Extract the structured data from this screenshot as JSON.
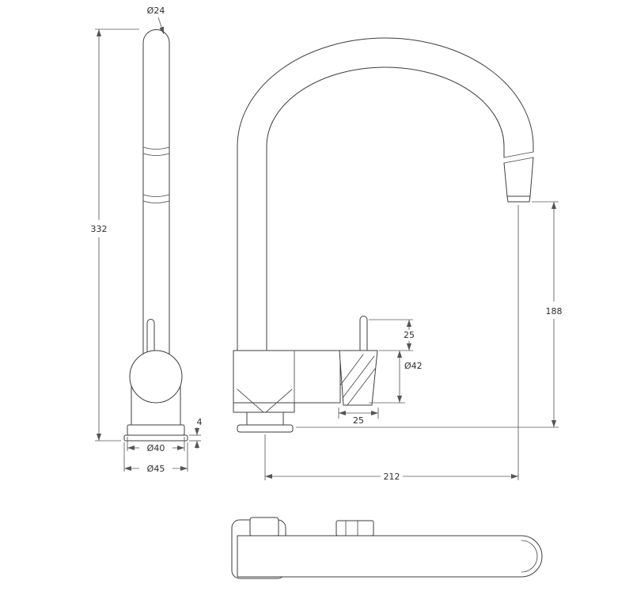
{
  "dims": {
    "side": {
      "spout_diameter": "Ø24",
      "overall_height": "332",
      "base_plate_thickness": "4",
      "flange_diameter": "Ø40",
      "base_diameter": "Ø45"
    },
    "front": {
      "handle_stem_height": "25",
      "body_diameter": "Ø42",
      "handle_width": "25",
      "outlet_height": "188",
      "reach": "212"
    }
  }
}
